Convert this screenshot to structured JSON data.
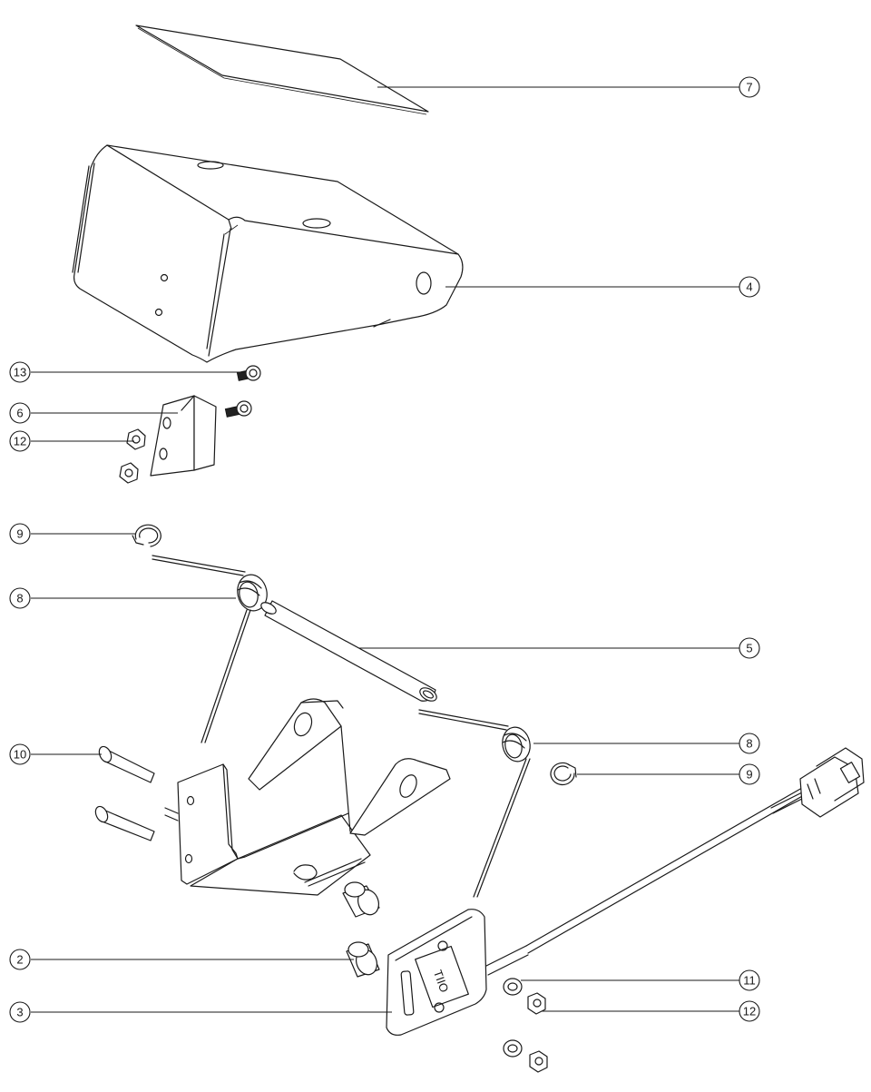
{
  "callouts": [
    {
      "id": "c7",
      "label": "7"
    },
    {
      "id": "c4",
      "label": "4"
    },
    {
      "id": "c13",
      "label": "13"
    },
    {
      "id": "c6",
      "label": "6"
    },
    {
      "id": "c12a",
      "label": "12"
    },
    {
      "id": "c9a",
      "label": "9"
    },
    {
      "id": "c8a",
      "label": "8"
    },
    {
      "id": "c5",
      "label": "5"
    },
    {
      "id": "c10",
      "label": "10"
    },
    {
      "id": "c8b",
      "label": "8"
    },
    {
      "id": "c9b",
      "label": "9"
    },
    {
      "id": "c2",
      "label": "2"
    },
    {
      "id": "c11",
      "label": "11"
    },
    {
      "id": "c3",
      "label": "3"
    },
    {
      "id": "c12b",
      "label": "12"
    }
  ],
  "sensor_marking": "TIIO"
}
